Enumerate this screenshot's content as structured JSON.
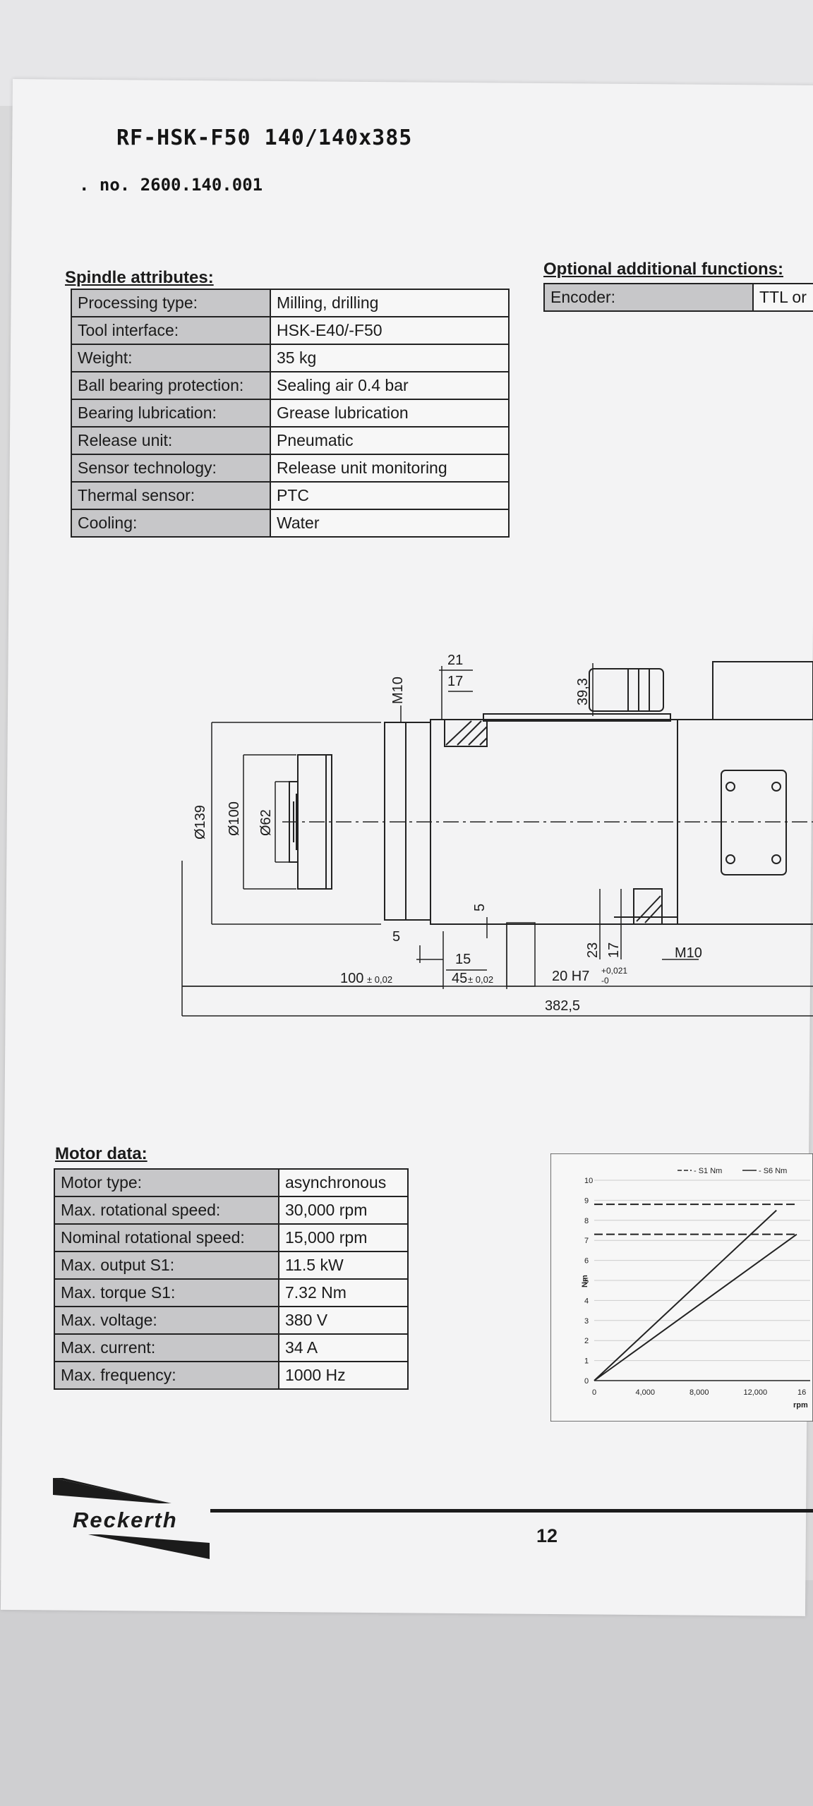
{
  "header": {
    "title": "RF-HSK-F50 140/140x385",
    "art_no": ". no. 2600.140.001"
  },
  "spindle": {
    "heading": "Spindle attributes:",
    "rows": [
      {
        "key": "Processing type:",
        "value": "Milling, drilling"
      },
      {
        "key": "Tool interface:",
        "value": "HSK-E40/-F50"
      },
      {
        "key": "Weight:",
        "value": "35 kg"
      },
      {
        "key": "Ball bearing protection:",
        "value": "Sealing air 0.4 bar"
      },
      {
        "key": "Bearing lubrication:",
        "value": "Grease lubrication"
      },
      {
        "key": "Release unit:",
        "value": "Pneumatic"
      },
      {
        "key": "Sensor technology:",
        "value": "Release unit monitoring"
      },
      {
        "key": "Thermal sensor:",
        "value": "PTC"
      },
      {
        "key": "Cooling:",
        "value": "Water"
      }
    ]
  },
  "optional": {
    "heading": "Optional additional functions:",
    "rows": [
      {
        "key": "Encoder:",
        "value": "TTL or"
      }
    ]
  },
  "drawing": {
    "dims": {
      "d139": "Ø139",
      "d100": "Ø100",
      "d62": "Ø62",
      "m10_top": "M10",
      "w21": "21",
      "w17_top": "17",
      "h39_3": "39,3",
      "d5a": "5",
      "d5b": "5",
      "d15": "15",
      "d23": "23",
      "d17": "17",
      "m10_bot": "M10",
      "l100": "100",
      "l100_tol": "± 0,02",
      "l45": "45",
      "l45_tol": "± 0,02",
      "fit": "20 H7",
      "fit_up": "+0,021",
      "fit_lo": "-0",
      "total": "382,5"
    }
  },
  "motor": {
    "heading": "Motor data:",
    "rows": [
      {
        "key": "Motor type:",
        "value": "asynchronous"
      },
      {
        "key": "Max. rotational speed:",
        "value": "30,000 rpm"
      },
      {
        "key": "Nominal rotational speed:",
        "value": "15,000 rpm"
      },
      {
        "key": "Max. output S1:",
        "value": "11.5 kW"
      },
      {
        "key": "Max. torque S1:",
        "value": "7.32 Nm"
      },
      {
        "key": "Max. voltage:",
        "value": "380 V"
      },
      {
        "key": "Max. current:",
        "value": "34 A"
      },
      {
        "key": "Max. frequency:",
        "value": "1000 Hz"
      }
    ]
  },
  "torque_chart": {
    "legend": [
      "- S1 Nm",
      "- S6 Nm"
    ],
    "ylabel": "Nm",
    "xlabel": "rpm",
    "y_ticks": [
      "0",
      "1",
      "2",
      "3",
      "4",
      "5",
      "6",
      "7",
      "8",
      "9",
      "10"
    ],
    "x_ticks": [
      "0",
      "4,000",
      "8,000",
      "12,000",
      "16"
    ]
  },
  "chart_data": {
    "type": "line",
    "xlabel": "rpm",
    "ylabel": "Nm",
    "ylim": [
      0,
      10
    ],
    "xlim": [
      0,
      16000
    ],
    "legend": "top",
    "series": [
      {
        "name": "S1 Nm",
        "style": "dashed",
        "x": [
          0,
          15000
        ],
        "y": [
          7.3,
          7.3
        ]
      },
      {
        "name": "S6 Nm",
        "style": "dashed",
        "x": [
          0,
          15000
        ],
        "y": [
          8.8,
          8.8
        ]
      },
      {
        "name": "S1 Nm",
        "style": "solid",
        "x": [
          0,
          15000
        ],
        "y": [
          0,
          7.3
        ]
      },
      {
        "name": "S6 Nm",
        "style": "solid",
        "x": [
          0,
          13500
        ],
        "y": [
          0,
          8.5
        ]
      }
    ],
    "colors": {
      "lines": "#222222",
      "grid": "#cccccc"
    }
  },
  "footer": {
    "logo": "Reckerth",
    "page_number": "12"
  }
}
